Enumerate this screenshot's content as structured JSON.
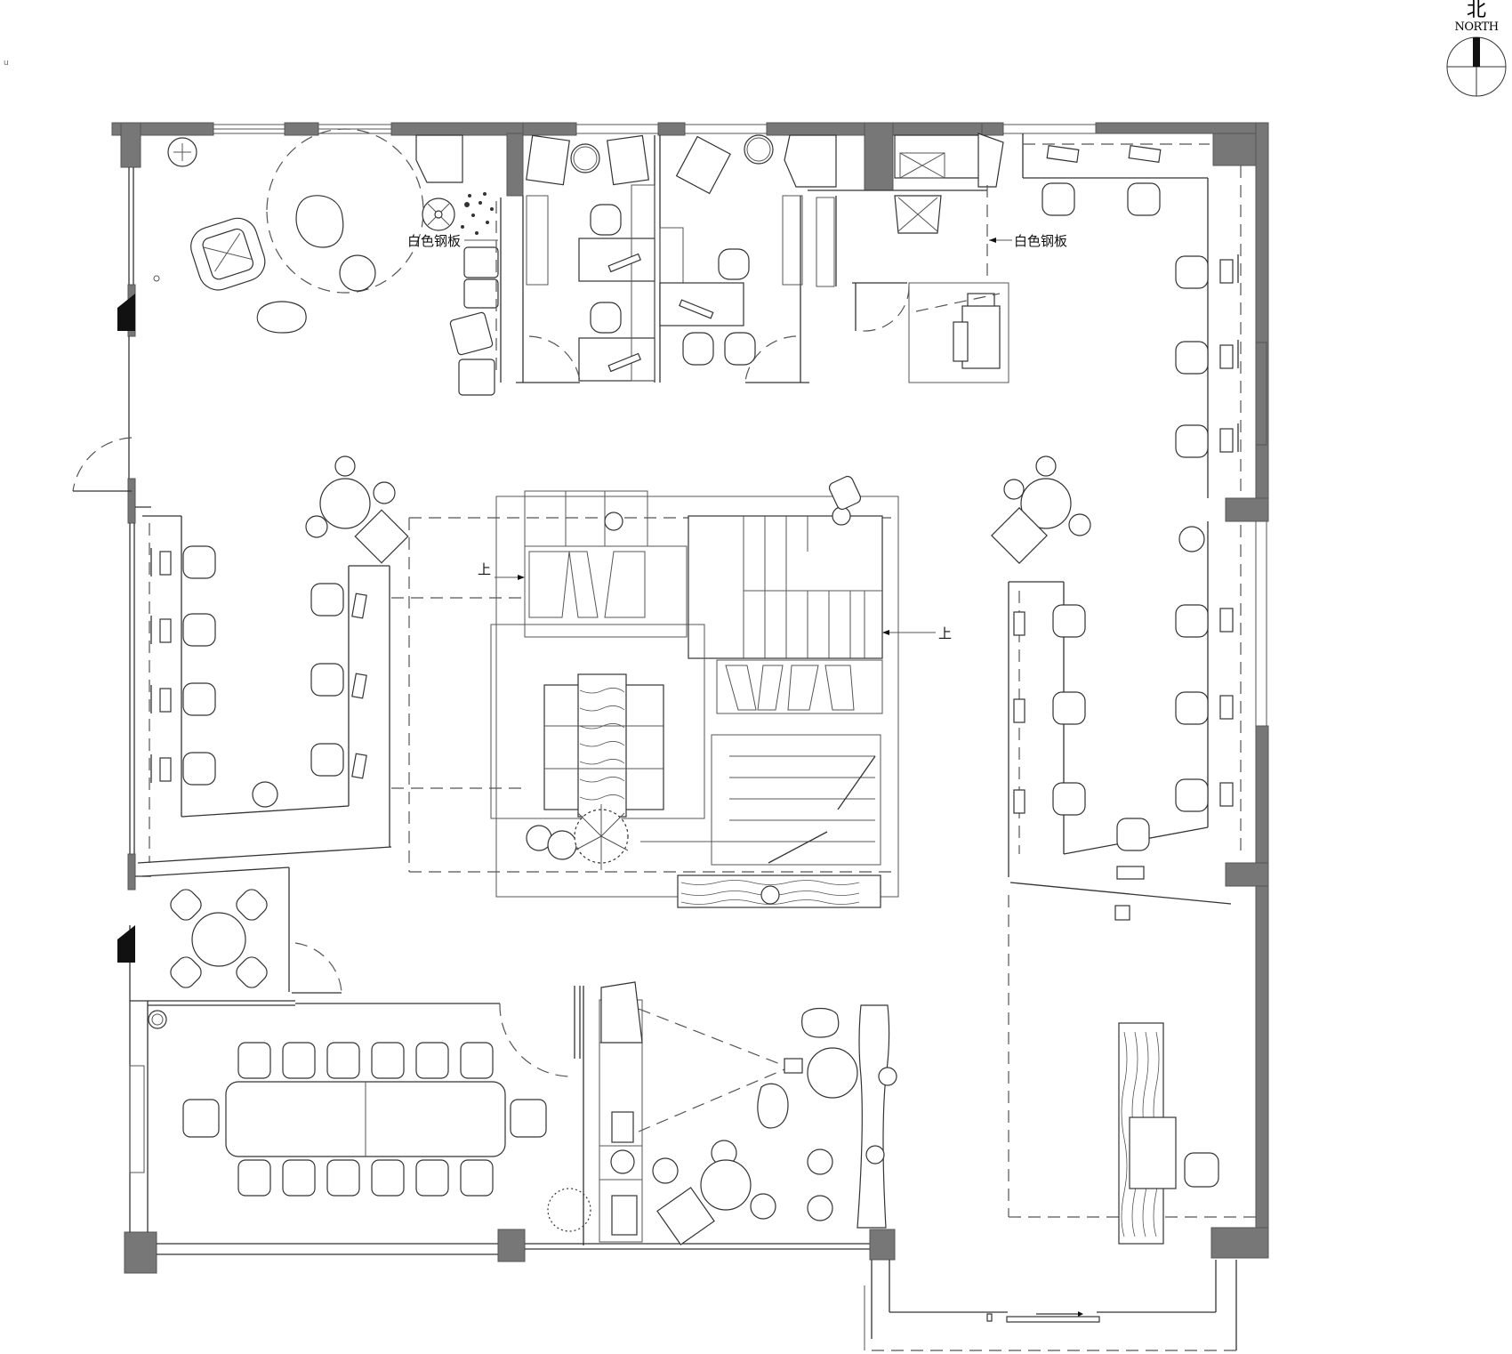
{
  "plan": {
    "title": "Office floor plan",
    "corner_mark": "u",
    "north_arrow": {
      "cn": "北",
      "en": "NORTH"
    },
    "labels": {
      "steel_plate_left": "白色钢板",
      "steel_plate_right": "白色钢板",
      "stair_up_left": "上",
      "stair_up_right": "上"
    },
    "zones": [
      {
        "id": "lounge-nw",
        "name": "Lounge corner (armchair + ottomans)"
      },
      {
        "id": "office-1",
        "name": "Private office 1 (2 desks)"
      },
      {
        "id": "office-2",
        "name": "Private office 2 (1 desk + 2 guest chairs)"
      },
      {
        "id": "print-room",
        "name": "Print / copy room"
      },
      {
        "id": "workstations-west",
        "name": "West open workstations",
        "seats": 7
      },
      {
        "id": "workstations-east",
        "name": "East open workstations",
        "seats": 12
      },
      {
        "id": "central-stair",
        "name": "Central feature stair with planter and timber table"
      },
      {
        "id": "meeting-room",
        "name": "Meeting room",
        "seats": 14
      },
      {
        "id": "pantry",
        "name": "Pantry / café bar"
      },
      {
        "id": "reception",
        "name": "Reception with timber desk"
      },
      {
        "id": "entrance",
        "name": "Sliding door entrance"
      }
    ],
    "colors": {
      "wall": "#777777",
      "line": "#333333",
      "background": "#ffffff"
    }
  }
}
